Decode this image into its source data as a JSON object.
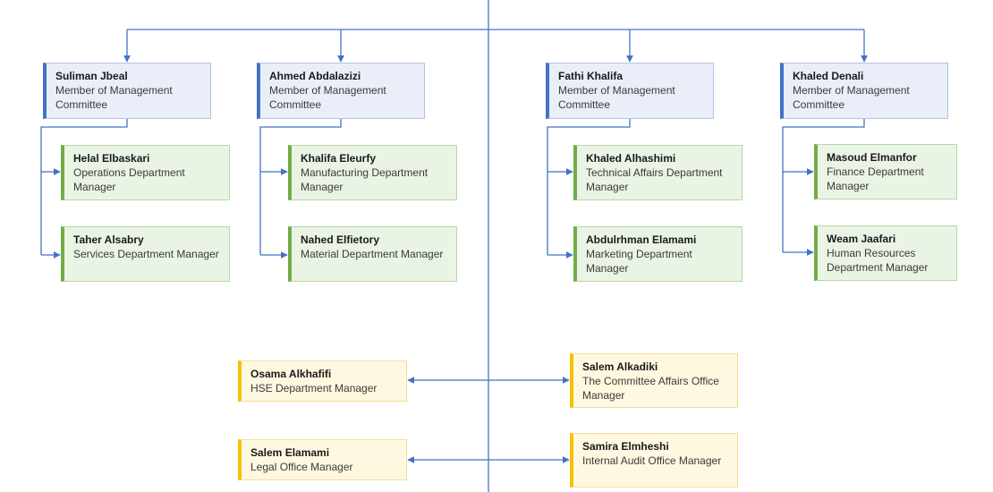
{
  "colors": {
    "connector": "#4472c4",
    "committee_accent": "#4472c4",
    "department_accent": "#70ad47",
    "office_accent": "#f5c200"
  },
  "committee": [
    {
      "name": "Suliman Jbeal",
      "title": "Member of Management Committee",
      "reports": [
        {
          "name": "Helal Elbaskari",
          "title": "Operations Department Manager"
        },
        {
          "name": "Taher Alsabry",
          "title": "Services Department Manager"
        }
      ]
    },
    {
      "name": "Ahmed Abdalazizi",
      "title": "Member of Management Committee",
      "reports": [
        {
          "name": "Khalifa Eleurfy",
          "title": "Manufacturing Department Manager"
        },
        {
          "name": "Nahed Elfietory",
          "title": "Material Department Manager"
        }
      ]
    },
    {
      "name": "Fathi Khalifa",
      "title": "Member of Management Committee",
      "reports": [
        {
          "name": "Khaled Alhashimi",
          "title": "Technical Affairs Department Manager"
        },
        {
          "name": "Abdulrhman Elamami",
          "title": "Marketing Department Manager"
        }
      ]
    },
    {
      "name": "Khaled Denali",
      "title": "Member of Management Committee",
      "reports": [
        {
          "name": "Masoud Elmanfor",
          "title": "Finance Department Manager"
        },
        {
          "name": "Weam Jaafari",
          "title": "Human Resources Department Manager"
        }
      ]
    }
  ],
  "offices_left": [
    {
      "name": "Osama Alkhafifi",
      "title": "HSE Department Manager"
    },
    {
      "name": "Salem Elamami",
      "title": "Legal Office Manager"
    }
  ],
  "offices_right": [
    {
      "name": "Salem Alkadiki",
      "title": "The Committee Affairs Office Manager"
    },
    {
      "name": "Samira Elmheshi",
      "title": "Internal Audit Office Manager"
    }
  ]
}
